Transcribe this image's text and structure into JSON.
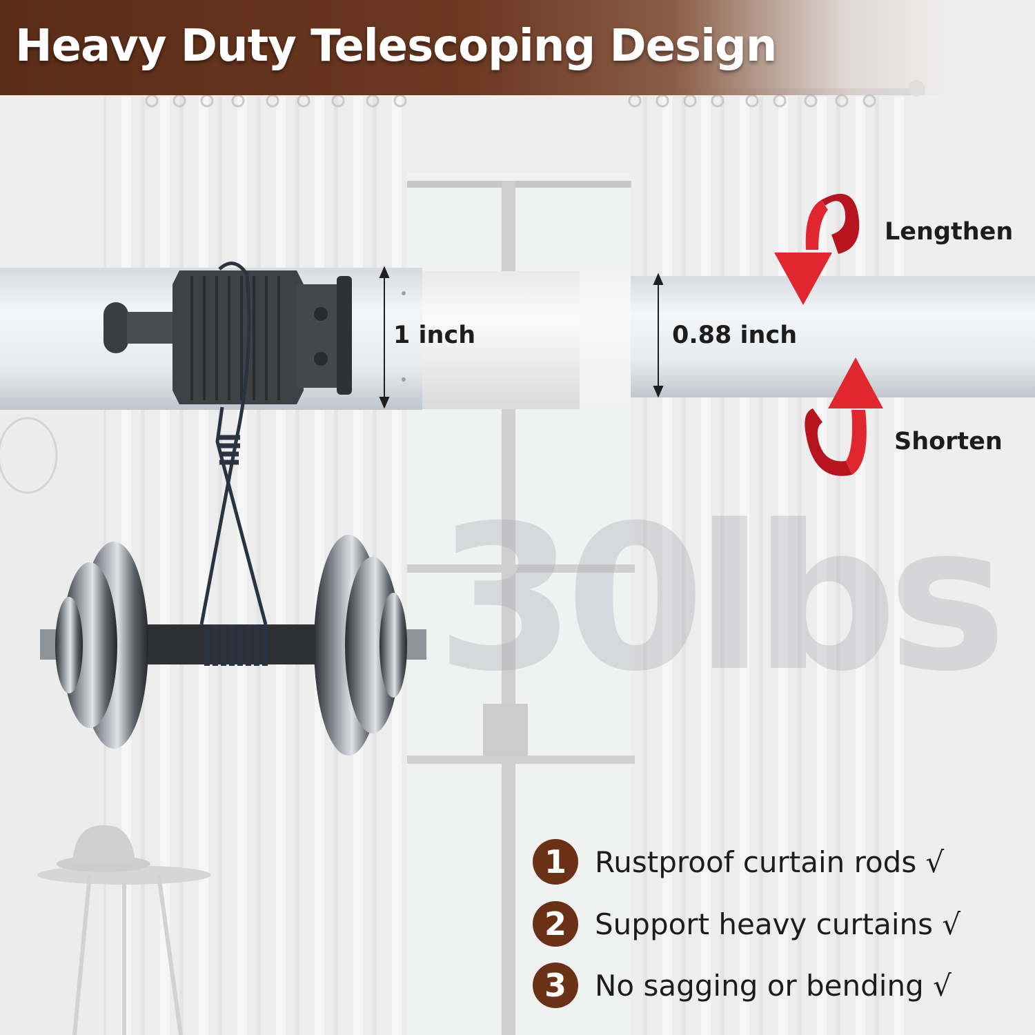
{
  "banner": {
    "title": "Heavy Duty Telescoping Design"
  },
  "dimensions": {
    "outer_diameter": "1 inch",
    "inner_diameter": "0.88 inch"
  },
  "adjust": {
    "lengthen_label": "Lengthen",
    "shorten_label": "Shorten"
  },
  "load_watermark": "30lbs",
  "features": [
    {
      "number": "1",
      "text": "Rustproof curtain rods √"
    },
    {
      "number": "2",
      "text": "Support heavy curtains √"
    },
    {
      "number": "3",
      "text": "No sagging or bending √"
    }
  ],
  "colors": {
    "banner": "#5b2c17",
    "badge": "#6a3117",
    "arrow": "#d8202a"
  }
}
